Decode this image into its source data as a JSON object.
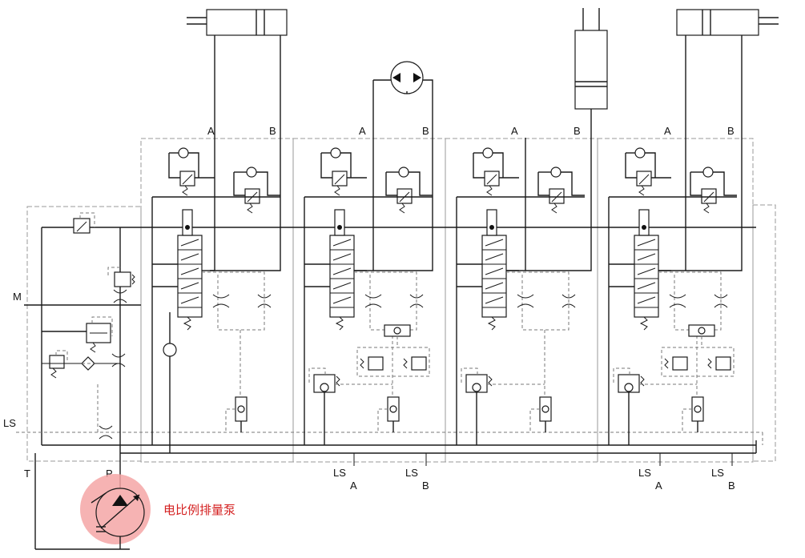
{
  "ports": {
    "A": "A",
    "B": "B",
    "M": "M",
    "LS": "LS",
    "T": "T",
    "P": "P"
  },
  "pump_label": "电比例排量泵",
  "colors": {
    "line": "#1a1a1a",
    "dashed": "#7a7a7a",
    "pump_highlight": "#f4a6a6",
    "pump_label": "#d42020"
  },
  "symbols": {
    "cylinder": "cylinder-icon",
    "motor": "hydraulic-motor-icon",
    "relief": "relief-valve-icon",
    "check": "check-valve-icon",
    "directional": "directional-valve-icon",
    "orifice": "orifice-icon",
    "filter": "filter-icon",
    "pump": "variable-pump-icon",
    "shuttle": "shuttle-valve-icon",
    "compensator": "pressure-compensator-icon"
  }
}
